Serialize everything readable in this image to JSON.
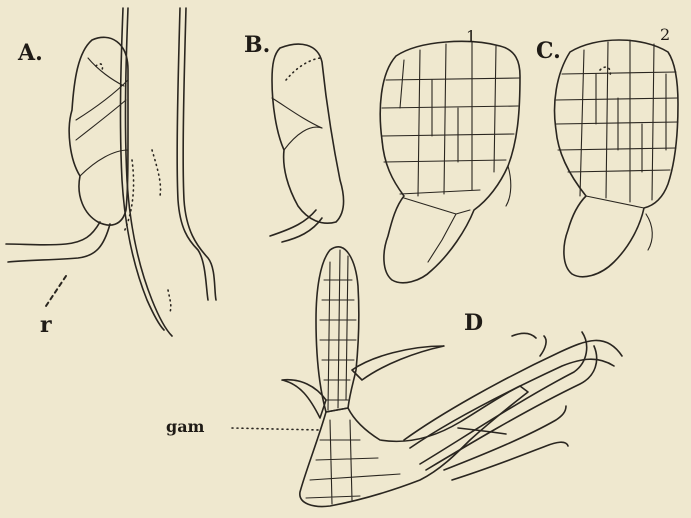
{
  "labels": {
    "a": "A.",
    "b": "B.",
    "c": "C.",
    "d": "D",
    "one": "1",
    "two": "2",
    "r": "r",
    "gam": "gam"
  }
}
